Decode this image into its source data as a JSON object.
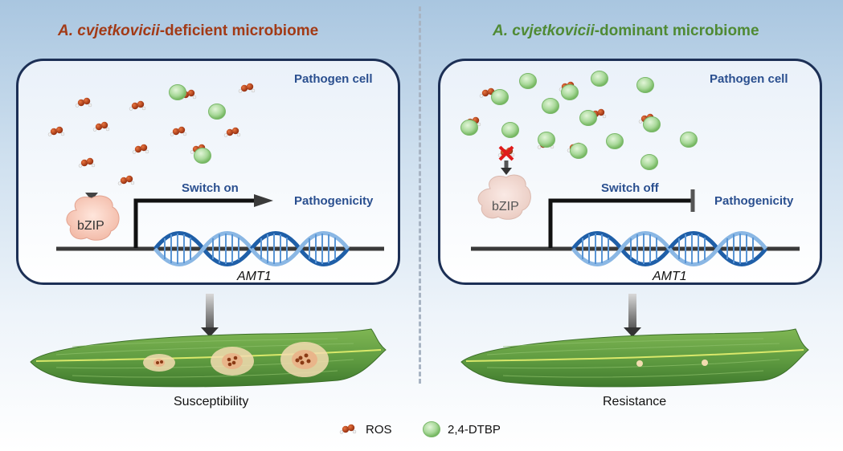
{
  "left": {
    "title_italic": "A. cvjetkovicii",
    "title_rest": "-deficient microbiome",
    "cell_label": "Pathogen cell",
    "switch_label": "Switch on",
    "pathogenicity_label": "Pathogenicity",
    "bzip_label": "bZIP",
    "gene_label": "AMT1",
    "outcome_label": "Susceptibility"
  },
  "right": {
    "title_italic": "A. cvjetkovicii",
    "title_rest": "-dominant microbiome",
    "cell_label": "Pathogen cell",
    "switch_label": "Switch off",
    "pathogenicity_label": "Pathogenicity",
    "bzip_label": "bZIP",
    "gene_label": "AMT1",
    "outcome_label": "Resistance"
  },
  "legend": {
    "ros_label": "ROS",
    "dtbp_label": "2,4-DTBP"
  },
  "colors": {
    "left_title": "#a23a16",
    "right_title": "#4f8a34",
    "cell_border": "#1c2f55",
    "label_blue": "#2a4f8f",
    "ros": "#b8401a",
    "dtbp": "#a9d99a",
    "leaf": "#5e9a40",
    "dna": "#3a78c0",
    "inhibit_x": "#e01b1b"
  }
}
